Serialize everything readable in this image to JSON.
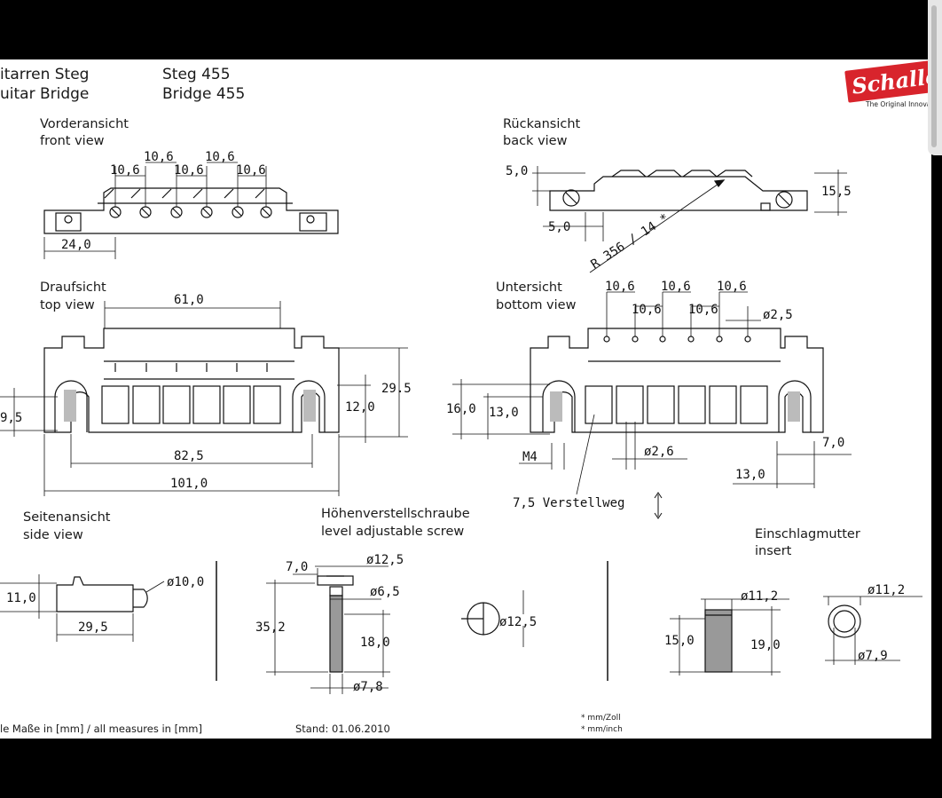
{
  "header": {
    "title_de": "itarren Steg",
    "title_en": "uitar Bridge",
    "model_de": "Steg 455",
    "model_en": "Bridge 455"
  },
  "logo": {
    "word": "Schaller",
    "tagline": "The Original Innovators",
    "color": "#d8242c"
  },
  "views": {
    "front": {
      "de": "Vorderansicht",
      "en": "front view"
    },
    "back": {
      "de": "Rückansicht",
      "en": "back view"
    },
    "top": {
      "de": "Draufsicht",
      "en": "top view"
    },
    "bottom": {
      "de": "Untersicht",
      "en": "bottom view"
    },
    "side": {
      "de": "Seitenansicht",
      "en": "side view"
    },
    "screw": {
      "de": "Höhenverstellschraube",
      "en": "level adjustable screw"
    },
    "insert": {
      "de": "Einschlagmutter",
      "en": "insert"
    }
  },
  "dims": {
    "front": {
      "s1": "10,6",
      "s2": "10,6",
      "s3": "10,6",
      "s4": "10,6",
      "s5": "10,6",
      "w": "24,0"
    },
    "back": {
      "h1": "5,0",
      "h2": "5,0",
      "h3": "15,5",
      "radius": "R 356 / 14 *"
    },
    "top": {
      "w61": "61,0",
      "h29": "29.5",
      "h12": "12,0",
      "h95": "9,5",
      "w825": "82,5",
      "w101": "101,0"
    },
    "bottom": {
      "s1": "10,6",
      "s2": "10,6",
      "s3": "10,6",
      "s4": "10,6",
      "s5": "10,6",
      "d25": "ø2,5",
      "h16": "16,0",
      "h13": "13,0",
      "m4": "M4",
      "d26": "ø2,6",
      "w7": "7,0",
      "w13": "13,0",
      "travel": "7,5 Verstellweg"
    },
    "side": {
      "h11": "11,0",
      "d10": "ø10,0",
      "w295": "29,5"
    },
    "screw": {
      "w7": "7,0",
      "d125": "ø12,5",
      "d65": "ø6,5",
      "h352": "35,2",
      "h18": "18,0",
      "d78": "ø7,8",
      "head": "ø12,5"
    },
    "insert": {
      "d112a": "ø11,2",
      "h15": "15,0",
      "h19": "19,0",
      "d112b": "ø11,2",
      "d79": "ø7,9"
    }
  },
  "footer": {
    "measures": "le Maße in [mm] / all measures in [mm]",
    "stand": "Stand: 01.06.2010",
    "note1": "* mm/Zoll",
    "note2": "* mm/inch"
  }
}
